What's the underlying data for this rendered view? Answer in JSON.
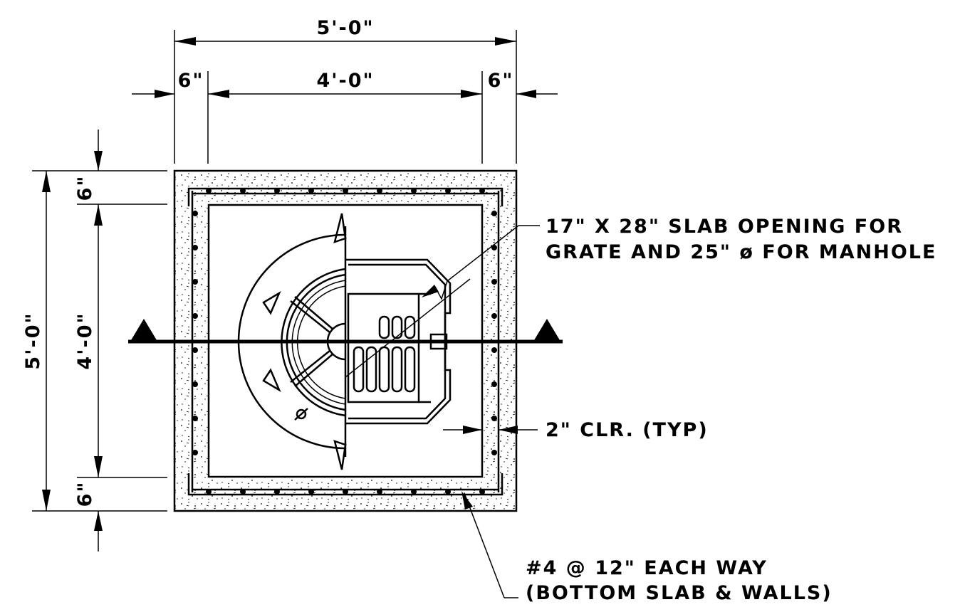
{
  "dimensions": {
    "top_overall": "5'-0\"",
    "top_left_wall": "6\"",
    "top_inner": "4'-0\"",
    "top_right_wall": "6\"",
    "left_overall": "5'-0\"",
    "left_top_wall": "6\"",
    "left_inner": "4'-0\"",
    "left_bottom_wall": "6\""
  },
  "notes": {
    "opening_line1": "17\" X 28\" SLAB OPENING FOR",
    "opening_line2": "GRATE AND 25\" ø FOR MANHOLE",
    "clearance": "2\" CLR. (TYP)",
    "rebar_line1": "#4 @ 12\" EACH WAY",
    "rebar_line2": "(BOTTOM SLAB & WALLS)"
  },
  "colors": {
    "ink": "#000000",
    "background": "#ffffff"
  }
}
